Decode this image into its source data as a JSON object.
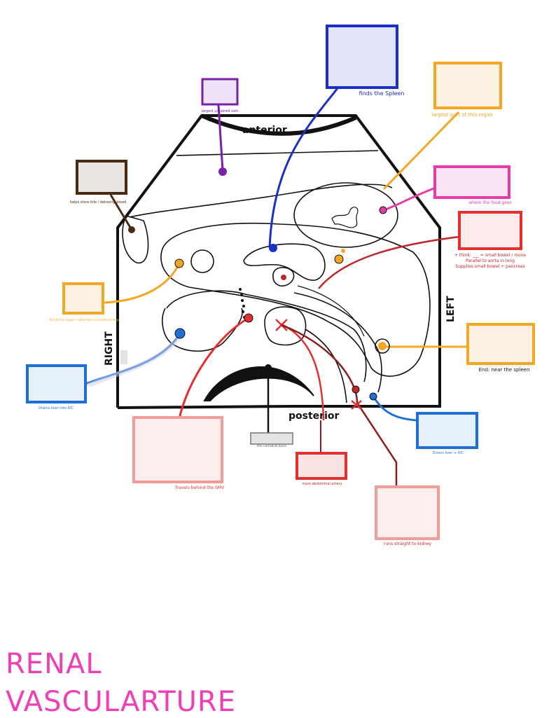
{
  "title": {
    "line1": "RENAL",
    "line2": "VASCULARTURE"
  },
  "orientation": {
    "anterior": "anterior",
    "posterior": "posterior",
    "right": "RIGHT",
    "left": "LEFT"
  },
  "colors": {
    "outline": "#111111",
    "purple": "#7a1fa8",
    "blue_dark": "#1a2fc4",
    "orange": "#f5a623",
    "magenta": "#e83aa8",
    "red_dark": "#c0262b",
    "blue_mid": "#1f6fd6",
    "red": "#e23030",
    "maroon": "#8c1d1d",
    "pink": "#f29b9b",
    "brown": "#4a2b12",
    "gray": "#777777",
    "title_pink": "#ee3fb4"
  },
  "captions": {
    "purple_box": "largest unpaired vein",
    "blue_top_box": "finds the Spleen",
    "orange_top_right": "largest part of this organ",
    "magenta_box": "where the food goes",
    "red_right_box_line1": "Supplies small bowel + pancreas",
    "red_right_box_line2": "Parallel to aorta in long",
    "red_right_box_line3": "+ think: ___ = small bowel / move",
    "brown_box": "helps store bile / detoxing blood",
    "orange_left_box": "Tail of this organ / attaches to duodenal loop",
    "orange_right_box": "End: near the spleen",
    "blue_right_box": "Enters liver + IVC",
    "blue_left_box": "Drains liver into IVC",
    "pink_box": "Travels behind the SMV",
    "gray_box": "the vertebral bone",
    "red_box": "main abdominal artery",
    "pink_bottom_box": "runs straight to kidney"
  }
}
